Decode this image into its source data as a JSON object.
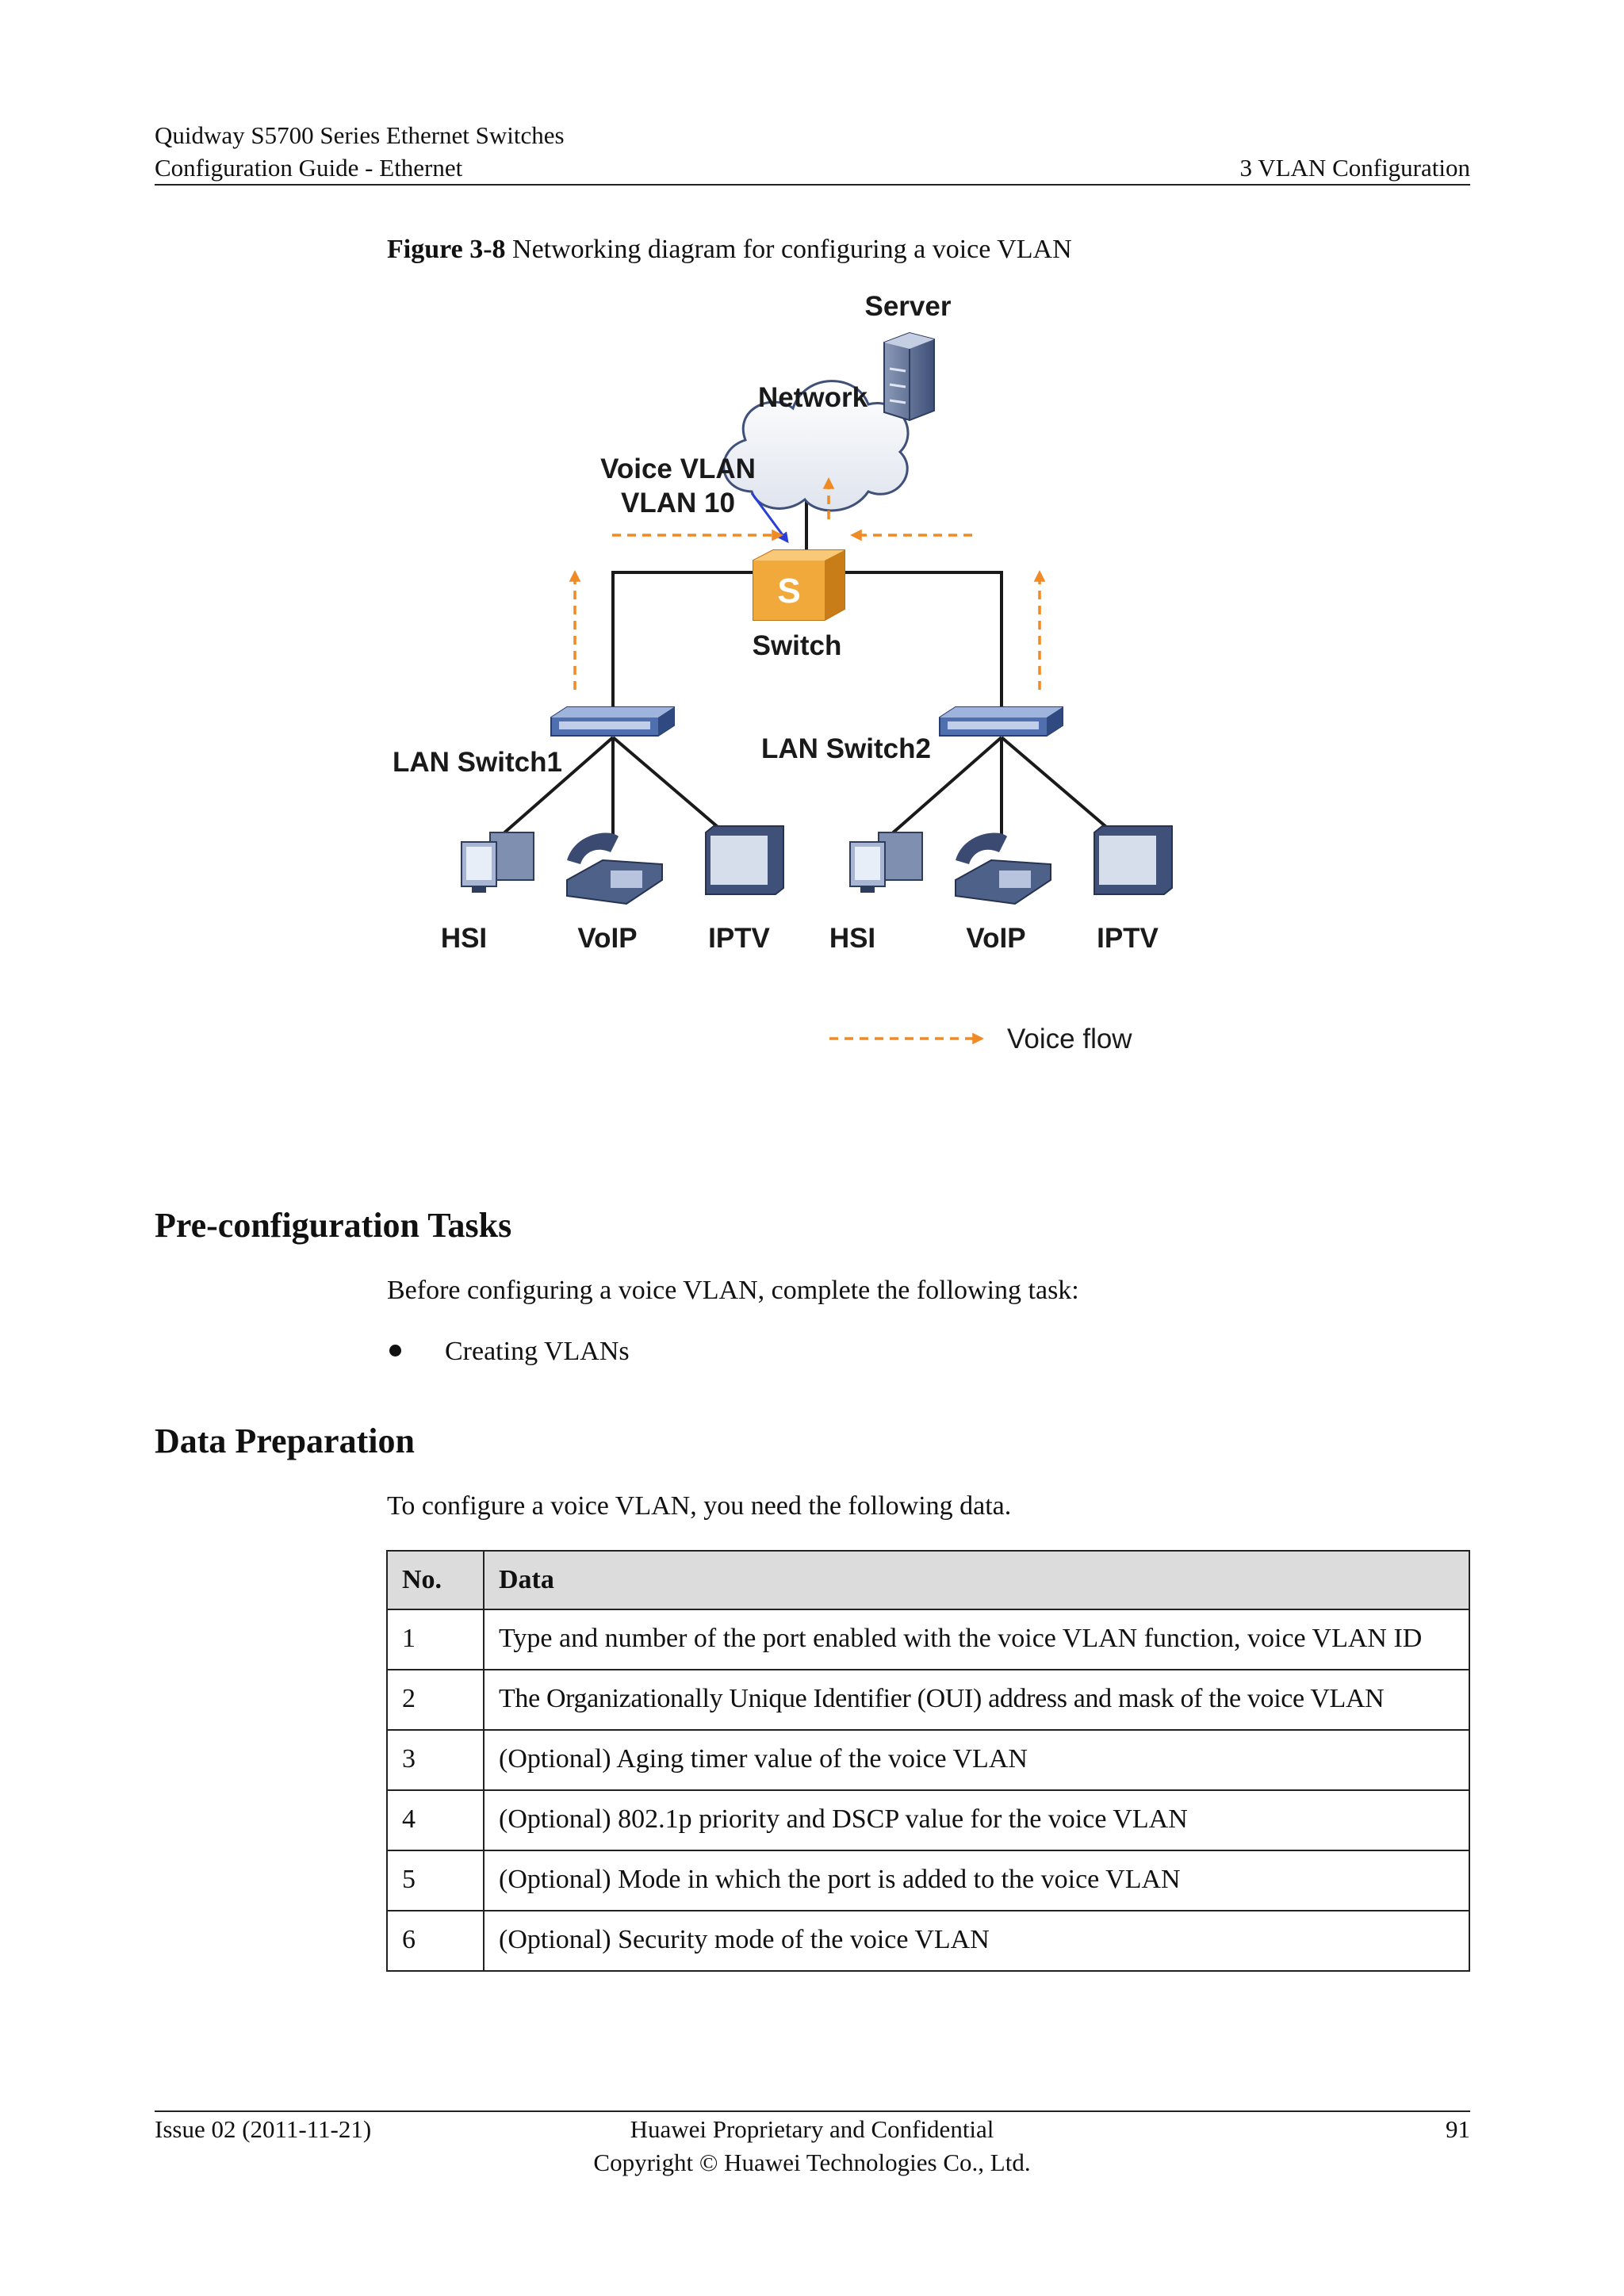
{
  "header": {
    "product": "Quidway S5700 Series Ethernet Switches",
    "guide": "Configuration Guide - Ethernet",
    "chapter": "3 VLAN Configuration"
  },
  "figure": {
    "number": "Figure 3-8",
    "caption": "Networking diagram for configuring a voice VLAN",
    "labels": {
      "server": "Server",
      "network": "Network",
      "voice_vlan_line1": "Voice VLAN",
      "voice_vlan_line2": "VLAN 10",
      "switch": "Switch",
      "switch_badge": "S",
      "lan_switch1": "LAN Switch1",
      "lan_switch2": "LAN Switch2",
      "devices": [
        "HSI",
        "VoIP",
        "IPTV",
        "HSI",
        "VoIP",
        "IPTV"
      ],
      "legend_voice_flow": "Voice flow"
    },
    "colors": {
      "voice_flow": "#f08a24",
      "link": "#1a1a1a",
      "vlan_pointer": "#2a3fd6",
      "switch_core": "#f2a93b",
      "lan_switch": "#4f6fae"
    }
  },
  "sections": {
    "preconfig": {
      "title": "Pre-configuration Tasks",
      "intro": "Before configuring a voice VLAN, complete the following task:",
      "bullets": [
        "Creating VLANs"
      ]
    },
    "data_prep": {
      "title": "Data Preparation",
      "intro": "To configure a voice VLAN, you need the following data.",
      "table": {
        "headers": [
          "No.",
          "Data"
        ],
        "rows": [
          [
            "1",
            "Type and number of the port enabled with the voice VLAN function, voice VLAN ID"
          ],
          [
            "2",
            "The Organizationally Unique Identifier (OUI) address and mask of the voice VLAN"
          ],
          [
            "3",
            "(Optional) Aging timer value of the voice VLAN"
          ],
          [
            "4",
            "(Optional) 802.1p priority and DSCP value for the voice VLAN"
          ],
          [
            "5",
            "(Optional) Mode in which the port is added to the voice VLAN"
          ],
          [
            "6",
            "(Optional) Security mode of the voice VLAN"
          ]
        ]
      }
    }
  },
  "footer": {
    "issue": "Issue 02 (2011-11-21)",
    "confidential": "Huawei Proprietary and Confidential",
    "copyright": "Copyright © Huawei Technologies Co., Ltd.",
    "page": "91"
  }
}
